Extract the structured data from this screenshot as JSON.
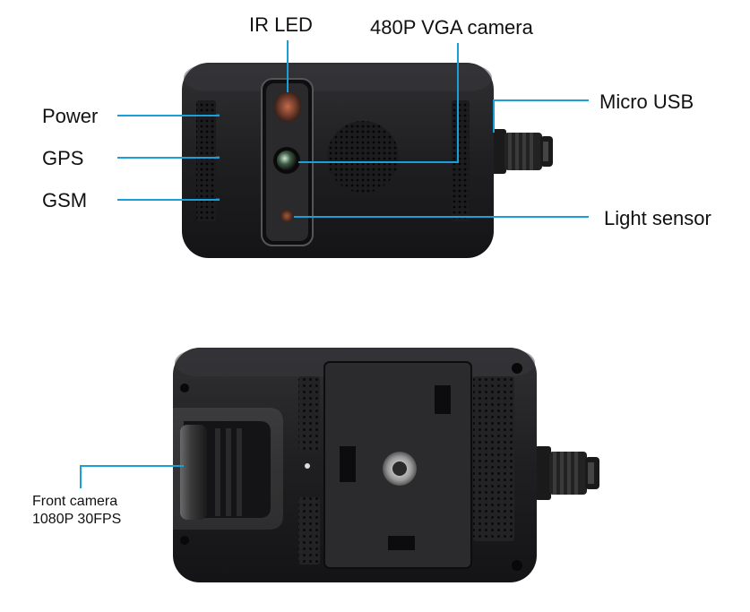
{
  "labels": {
    "ir_led": "IR LED",
    "vga_camera": "480P VGA camera",
    "micro_usb": "Micro USB",
    "power": "Power",
    "gps": "GPS",
    "gsm": "GSM",
    "light_sensor": "Light sensor",
    "front_camera_line1": "Front camera",
    "front_camera_line2": "1080P 30FPS"
  },
  "colors": {
    "leader_line": "#1aa0d8",
    "device_body": "#1e1e20",
    "device_panel": "#262628",
    "text": "#111111"
  }
}
